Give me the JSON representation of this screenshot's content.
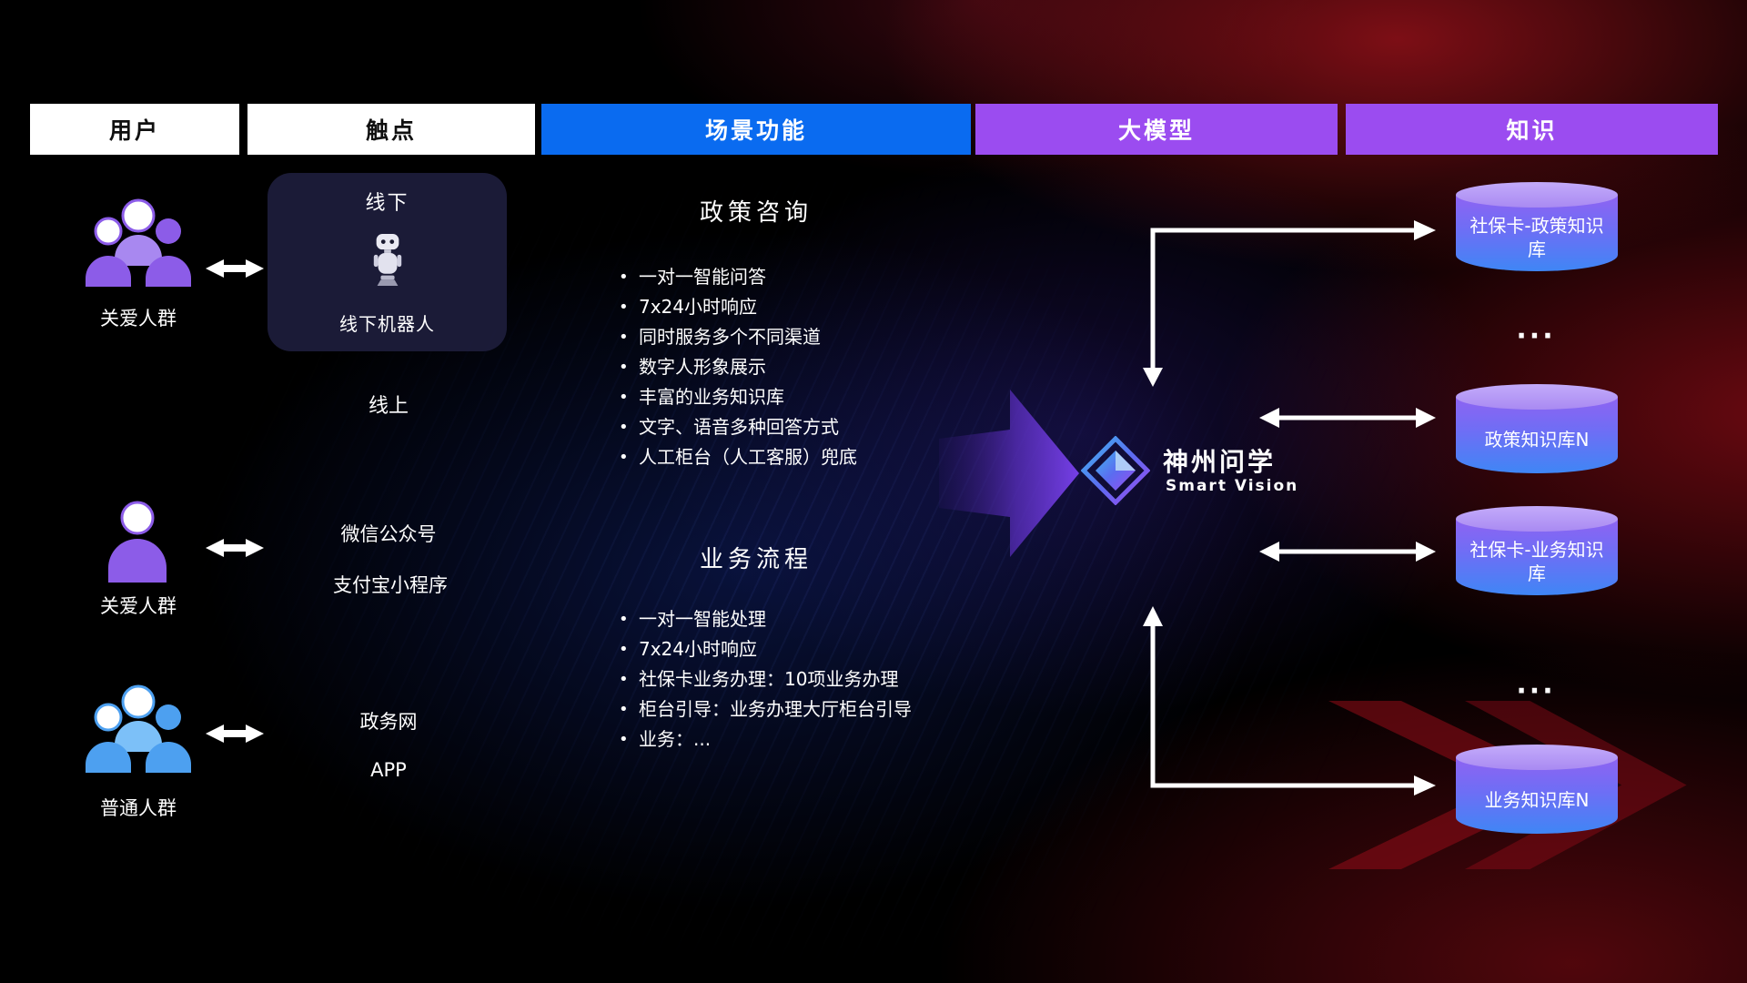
{
  "header": {
    "columns": [
      {
        "label": "用户"
      },
      {
        "label": "触点"
      },
      {
        "label": "场景功能"
      },
      {
        "label": "大模型"
      },
      {
        "label": "知识"
      }
    ]
  },
  "users": [
    {
      "label": "关爱人群",
      "icon": "group-people-icon",
      "color": "purple"
    },
    {
      "label": "关爱人群",
      "icon": "single-person-icon",
      "color": "purple"
    },
    {
      "label": "普通人群",
      "icon": "group-people-icon",
      "color": "blue"
    }
  ],
  "touchpoints": {
    "offline_title": "线下",
    "offline_robot": "线下机器人",
    "online_title": "线上",
    "channels": [
      {
        "label": "微信公众号"
      },
      {
        "label": "支付宝小程序"
      },
      {
        "label": "政务网"
      },
      {
        "label": "APP"
      }
    ]
  },
  "scenarios": [
    {
      "title": "政策咨询",
      "items": [
        "一对一智能问答",
        "7x24小时响应",
        "同时服务多个不同渠道",
        "数字人形象展示",
        "丰富的业务知识库",
        "文字、语音多种回答方式",
        "人工柜台（人工客服）兜底"
      ]
    },
    {
      "title": "业务流程",
      "items": [
        "一对一智能处理",
        "7x24小时响应",
        "社保卡业务办理：10项业务办理",
        "柜台引导：业务办理大厅柜台引导",
        "业务：..."
      ]
    }
  ],
  "model": {
    "name": "神州问学",
    "subtitle": "Smart Vision"
  },
  "knowledge": {
    "databases": [
      {
        "label": "社保卡-政策知识库"
      },
      {
        "label": "政策知识库N"
      },
      {
        "label": "社保卡-业务知识库"
      },
      {
        "label": "业务知识库N"
      }
    ],
    "ellipsis": "..."
  },
  "colors": {
    "accent_blue": "#0a6bf0",
    "accent_purple": "#9b4cf0",
    "db_gradient_top": "#8f63f2",
    "db_gradient_bottom": "#3f86f5"
  }
}
